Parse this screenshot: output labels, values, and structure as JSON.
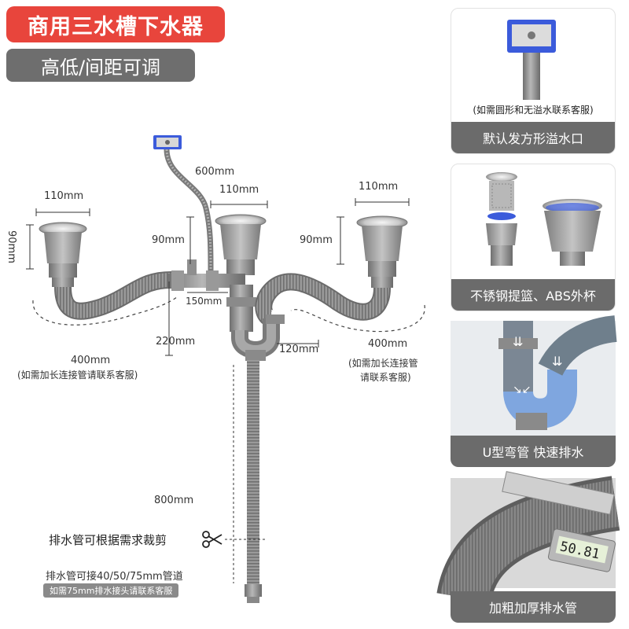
{
  "header": {
    "title": "商用三水槽下水器",
    "subtitle": "高低/间距可调"
  },
  "dimensions": {
    "overflow_pipe": "600mm",
    "left_basket_width": "110mm",
    "left_basket_height": "90mm",
    "center_basket_width": "110mm",
    "center_height": "90mm",
    "right_basket_width": "110mm",
    "right_height": "90mm",
    "tee_width": "150mm",
    "drop_height": "220mm",
    "trap_width": "120mm",
    "left_hose": "400mm",
    "left_hose_note1": "(如需加长连接管请联系客服)",
    "right_hose": "400mm",
    "right_hose_note1": "(如需加长连接管",
    "right_hose_note2": "请联系客服)",
    "drain_length": "800mm"
  },
  "notes": {
    "cut": "排水管可根据需求裁剪",
    "connect": "排水管可接40/50/75mm管道",
    "contact": "如需75mm排水接头请联系客服"
  },
  "panels": [
    {
      "note": "(如需圆形和无溢水联系客服)",
      "caption": "默认发方形溢水口"
    },
    {
      "caption": "不锈钢提篮、ABS外杯"
    },
    {
      "caption": "U型弯管 快速排水"
    },
    {
      "caption": "加粗加厚排水管"
    }
  ],
  "gauge_reading": "50.81",
  "colors": {
    "accent_red": "#e8453c",
    "badge_gray": "#6e6e6e",
    "pipe_gray": "#8c8c8c",
    "overflow_blue": "#3b5bdb"
  }
}
